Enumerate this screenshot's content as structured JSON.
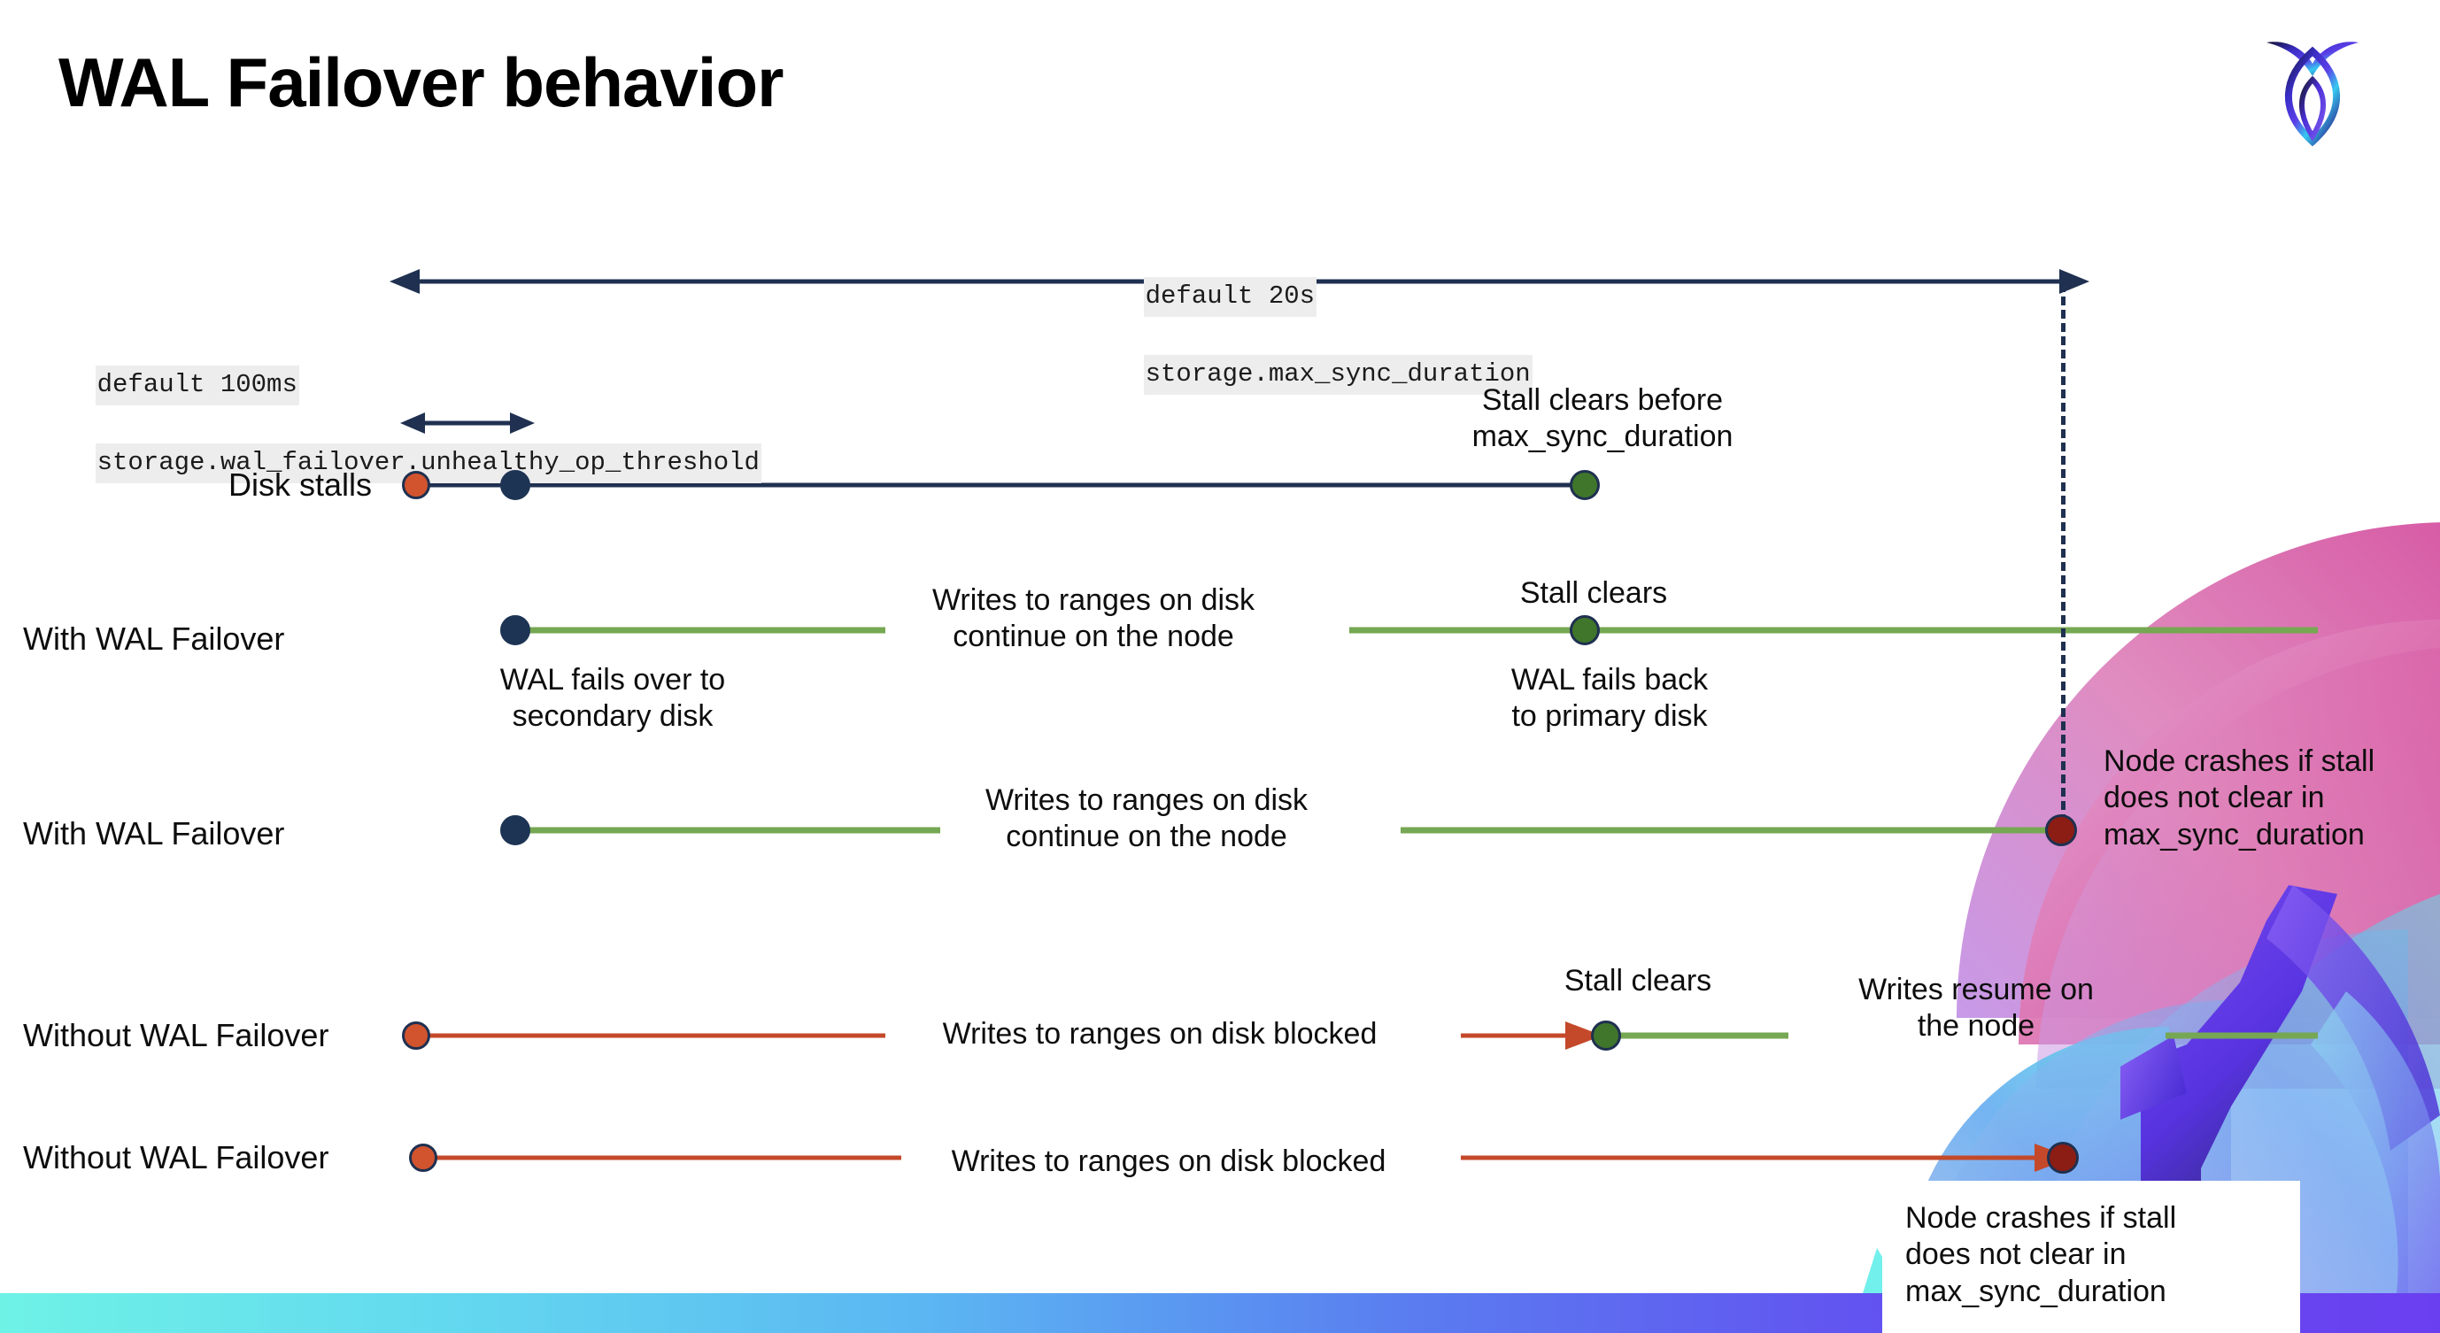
{
  "slide": {
    "title": "WAL Failover behavior",
    "logo_name": "cockroachdb-logo"
  },
  "annotations": {
    "max_sync": {
      "line1": "default 20s",
      "line2": "storage.max_sync_duration"
    },
    "unhealthy_threshold": {
      "line1": "default 100ms",
      "line2": "storage.wal_failover.unhealthy_op_threshold"
    }
  },
  "rows": [
    {
      "id": "disk-stalls",
      "label": "Disk stalls",
      "notes": [
        "Stall clears before\nmax_sync_duration"
      ]
    },
    {
      "id": "with-wal-failover-1",
      "label": "With WAL Failover",
      "notes": [
        "Writes to ranges on disk\ncontinue on the node",
        "Stall clears",
        "WAL fails over to\nsecondary disk",
        "WAL fails  back\nto primary disk"
      ]
    },
    {
      "id": "with-wal-failover-2",
      "label": "With WAL Failover",
      "notes": [
        "Writes to ranges on disk\ncontinue on the node",
        "Node crashes if stall\ndoes not clear in\nmax_sync_duration"
      ]
    },
    {
      "id": "without-wal-failover-1",
      "label": "Without WAL Failover",
      "notes": [
        "Writes to ranges on disk  blocked",
        "Stall clears",
        "Writes resume on\nthe node"
      ]
    },
    {
      "id": "without-wal-failover-2",
      "label": "Without WAL Failover",
      "notes": [
        "Writes to ranges on disk  blocked",
        "Node crashes if stall\ndoes not clear in\nmax_sync_duration"
      ]
    }
  ],
  "colors": {
    "navy": "#1f3050",
    "green_line": "#76a753",
    "green_dot": "#40762b",
    "red_line": "#c4492a",
    "orange_dot": "#d1542e",
    "dark_red_dot": "#8c1d14",
    "code_bg": "#ededed",
    "bottom_bar_start": "#6ef2e6",
    "bottom_bar_end": "#6a3ff0"
  }
}
